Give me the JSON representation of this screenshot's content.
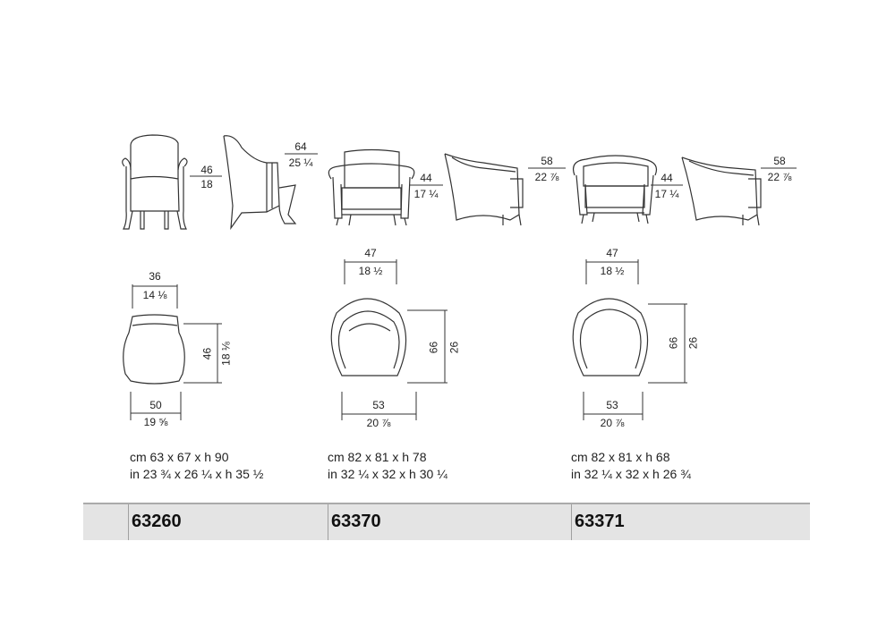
{
  "products": [
    {
      "code": "63260",
      "elevation": {
        "seat_height": {
          "cm": "46",
          "in": "18"
        },
        "arm_height": {
          "cm": "64",
          "in": "25 ¼"
        }
      },
      "plan": {
        "top_width": {
          "cm": "36",
          "in": "14 ⅛"
        },
        "depth": {
          "cm": "46",
          "in": "18 ⅛"
        },
        "bottom_width": {
          "cm": "50",
          "in": "19 ⅝"
        }
      },
      "size_cm": "cm 63 x 67 x h 90",
      "size_in": "in 23 ¾ x 26 ¼ x h 35 ½"
    },
    {
      "code": "63370",
      "elevation": {
        "seat_height": {
          "cm": "44",
          "in": "17 ¼"
        },
        "arm_height": {
          "cm": "58",
          "in": "22 ⅞"
        }
      },
      "plan": {
        "top_width": {
          "cm": "47",
          "in": "18 ½"
        },
        "depth": {
          "cm": "66",
          "in": "26"
        },
        "bottom_width": {
          "cm": "53",
          "in": "20 ⅞"
        }
      },
      "size_cm": "cm 82 x 81 x h 78",
      "size_in": "in 32 ¼ x 32 x h 30 ¼"
    },
    {
      "code": "63371",
      "elevation": {
        "seat_height": {
          "cm": "44",
          "in": "17 ¼"
        },
        "arm_height": {
          "cm": "58",
          "in": "22 ⅞"
        }
      },
      "plan": {
        "top_width": {
          "cm": "47",
          "in": "18 ½"
        },
        "depth": {
          "cm": "66",
          "in": "26"
        },
        "bottom_width": {
          "cm": "53",
          "in": "20 ⅞"
        }
      },
      "size_cm": "cm 82 x 81 x h 68",
      "size_in": "in 32 ¼ x 32 x h 26 ¾"
    }
  ]
}
